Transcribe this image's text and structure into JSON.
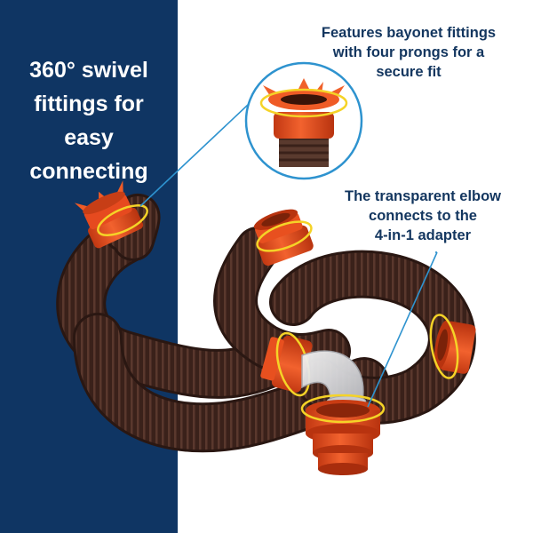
{
  "colors": {
    "panel_navy": "#0f3563",
    "hose_brown": "#3a211a",
    "fitting_orange": "#e64a1f",
    "swivel_yellow": "#f5d327",
    "leader_blue": "#2e93cf",
    "text_navy": "#13365f"
  },
  "callouts": {
    "swivel": {
      "lines": [
        "360° swivel",
        "fittings for easy",
        "connecting"
      ]
    },
    "bayonet": {
      "lines": [
        "Features bayonet fittings",
        "with four prongs for a",
        "secure fit"
      ]
    },
    "elbow": {
      "lines": [
        "The transparent elbow",
        "connects to the",
        "4-in-1 adapter"
      ]
    }
  },
  "icons": [
    "hose-illustration",
    "orange-fitting-icon",
    "swivel-ring-icon",
    "transparent-elbow-icon",
    "adapter-icon",
    "magnifier-inset"
  ]
}
